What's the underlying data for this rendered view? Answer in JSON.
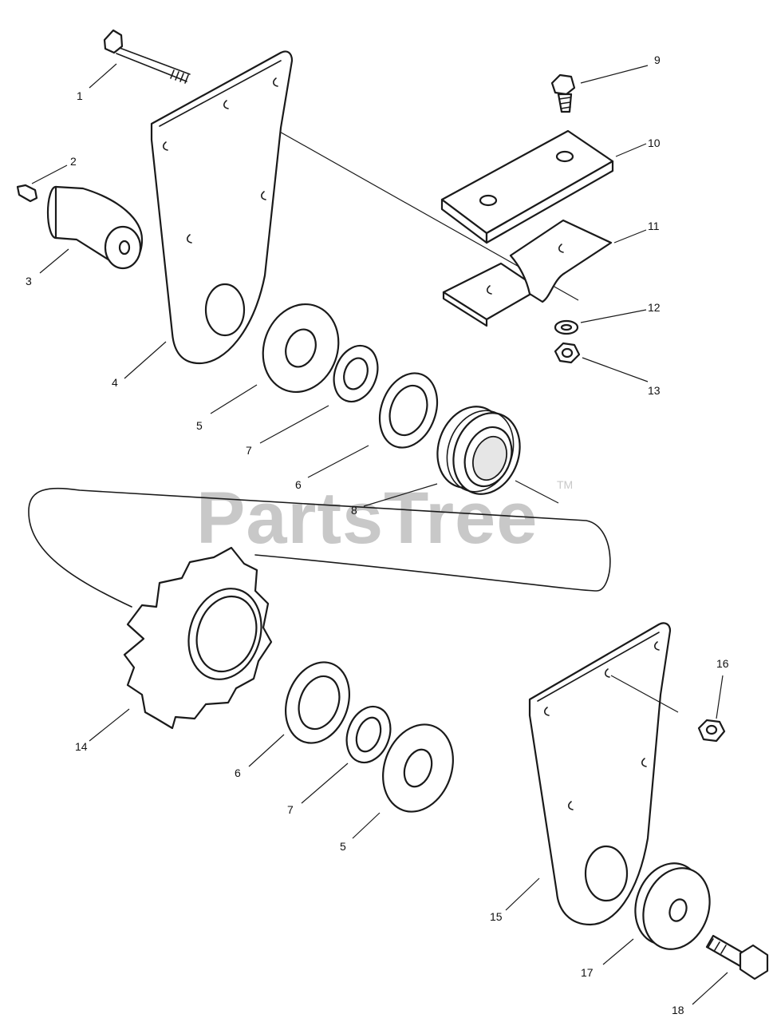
{
  "watermark": {
    "text": "PartsTree",
    "mark": "TM"
  },
  "callouts": [
    {
      "id": "c1",
      "label": "1"
    },
    {
      "id": "c2",
      "label": "2"
    },
    {
      "id": "c3",
      "label": "3"
    },
    {
      "id": "c4",
      "label": "4"
    },
    {
      "id": "c5a",
      "label": "5"
    },
    {
      "id": "c7a",
      "label": "7"
    },
    {
      "id": "c6a",
      "label": "6"
    },
    {
      "id": "c8",
      "label": "8"
    },
    {
      "id": "c9",
      "label": "9"
    },
    {
      "id": "c10",
      "label": "10"
    },
    {
      "id": "c11",
      "label": "11"
    },
    {
      "id": "c12",
      "label": "12"
    },
    {
      "id": "c13",
      "label": "13"
    },
    {
      "id": "c14",
      "label": "14"
    },
    {
      "id": "c6b",
      "label": "6"
    },
    {
      "id": "c7b",
      "label": "7"
    },
    {
      "id": "c5b",
      "label": "5"
    },
    {
      "id": "c15",
      "label": "15"
    },
    {
      "id": "c16",
      "label": "16"
    },
    {
      "id": "c17",
      "label": "17"
    },
    {
      "id": "c18",
      "label": "18"
    }
  ]
}
